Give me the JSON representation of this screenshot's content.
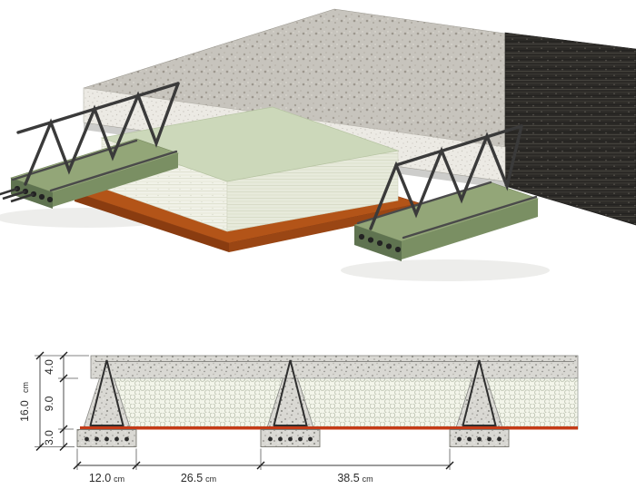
{
  "meta": {
    "background": "#ffffff"
  },
  "illustration": {
    "name": "precast-lattice-girder-floor-isometric",
    "colors": {
      "topping_light": "#c7c4bd",
      "edge_dark": "#2c2a27",
      "screed_band": "#eceae4",
      "beam_green_top": "#93a678",
      "beam_green_dark": "#5f7350",
      "beam_green_side": "#7a8f63",
      "foam_top": "#ccd8ba",
      "foam_front": "#f1f2e8",
      "board_orange": "#b35418",
      "steel": "#3a3a3a"
    }
  },
  "cross_section": {
    "colors": {
      "concrete": "#d9d8d3",
      "eps": "#f3f5ea",
      "membrane_red": "#c43b17",
      "steel": "#2f2f2f"
    },
    "vertical_dims": [
      {
        "label": "4.0"
      },
      {
        "label": "9.0"
      },
      {
        "label": "3.0"
      }
    ],
    "overall_dim": {
      "value": "16.0",
      "unit": "cm"
    },
    "horizontal_dims": [
      {
        "value": "12.0",
        "unit": "cm"
      },
      {
        "value": "26.5",
        "unit": "cm"
      },
      {
        "value": "38.5",
        "unit": "cm"
      }
    ]
  }
}
